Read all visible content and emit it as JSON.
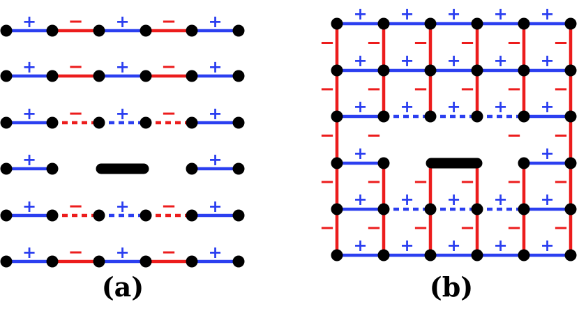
{
  "colors": {
    "positive": "#2b3ff0",
    "negative": "#ec1c1c",
    "node": "#000000",
    "background": "#ffffff"
  },
  "sign_labels": {
    "positive": "+",
    "negative": "−"
  },
  "panels": [
    {
      "id": "a",
      "caption": "(a)",
      "description_rows": [
        [
          "+",
          "−",
          "+",
          "−",
          "+"
        ],
        [
          "+",
          "−",
          "+",
          "−",
          "+"
        ],
        [
          "+",
          "− (dotted)",
          "+ (dotted)",
          "− (dotted)",
          "+"
        ],
        [
          "+",
          "removed",
          "removed (bold)",
          "removed",
          "+"
        ],
        [
          "+",
          "− (dotted)",
          "+ (dotted)",
          "− (dotted)",
          "+"
        ],
        [
          "+",
          "−",
          "+",
          "−",
          "+"
        ]
      ]
    },
    {
      "id": "b",
      "caption": "(b)",
      "grid_nodes": "6x6",
      "center": "removed bond (bold)"
    }
  ]
}
